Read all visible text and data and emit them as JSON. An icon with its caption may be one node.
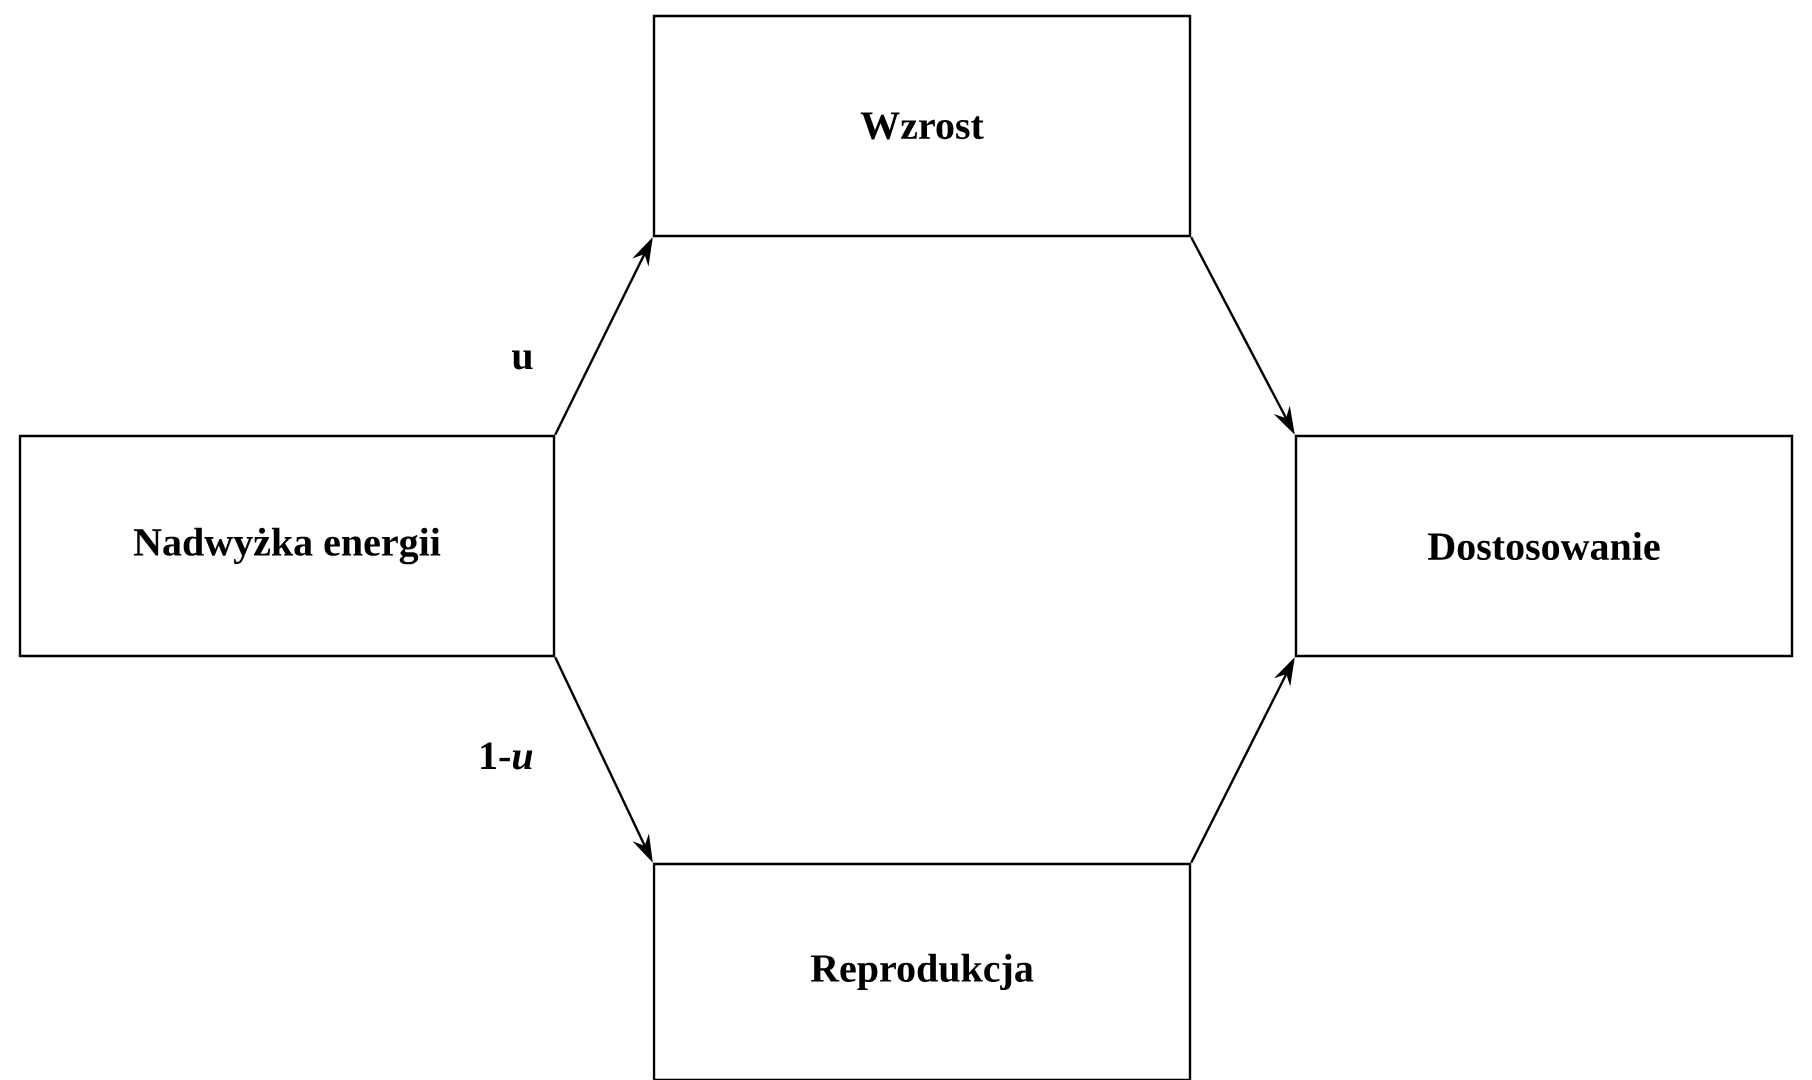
{
  "diagram": {
    "nodes": [
      {
        "text": [
          "Nadwyżka energii"
        ]
      },
      {
        "text": [
          "Wzrost"
        ]
      },
      {
        "text": [
          "Dostosowanie"
        ]
      },
      {
        "text": [
          "Reprodukcja"
        ]
      }
    ],
    "edges": [
      {
        "from": 0,
        "to": 1,
        "arrow": "to",
        "label": "u"
      },
      {
        "from": 0,
        "to": 3,
        "arrow": "to",
        "label": "1-*u*"
      },
      {
        "from": 1,
        "to": 2,
        "arrow": "to"
      },
      {
        "from": 3,
        "to": 2,
        "arrow": "to"
      }
    ]
  }
}
